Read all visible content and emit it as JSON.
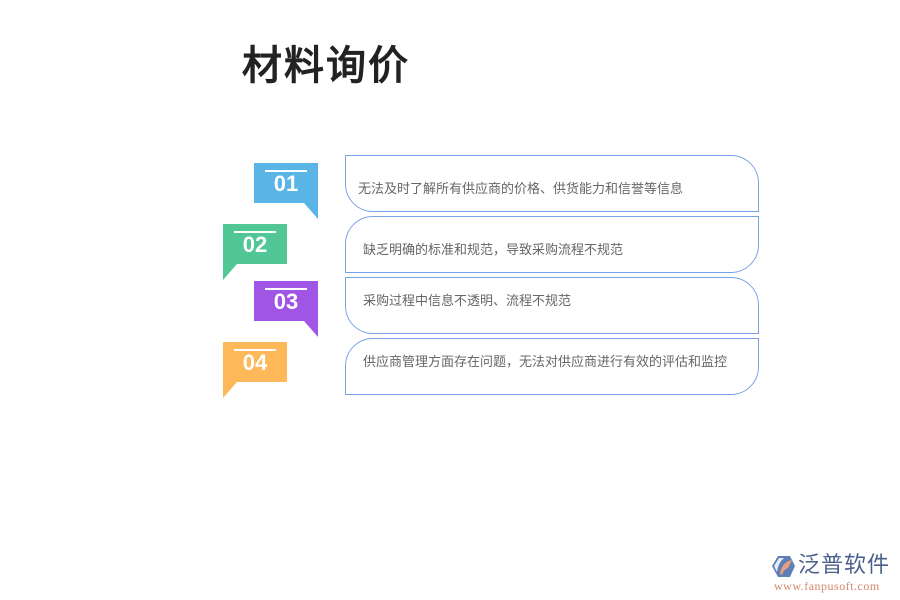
{
  "title": "材料询价",
  "items": [
    {
      "num": "01",
      "text": "无法及时了解所有供应商的价格、供货能力和信誉等信息",
      "color": "#5ab4e5"
    },
    {
      "num": "02",
      "text": "缺乏明确的标准和规范，导致采购流程不规范",
      "color": "#52c796"
    },
    {
      "num": "03",
      "text": "采购过程中信息不透明、流程不规范",
      "color": "#a155e5"
    },
    {
      "num": "04",
      "text": "供应商管理方面存在问题，无法对供应商进行有效的评估和监控",
      "color": "#fdb85a"
    }
  ],
  "logo": {
    "brand": "泛普软件",
    "url": "www.fanpusoft.com"
  },
  "colors": {
    "card_border": "#7aa3e5",
    "title": "#222222",
    "text": "#666666"
  }
}
